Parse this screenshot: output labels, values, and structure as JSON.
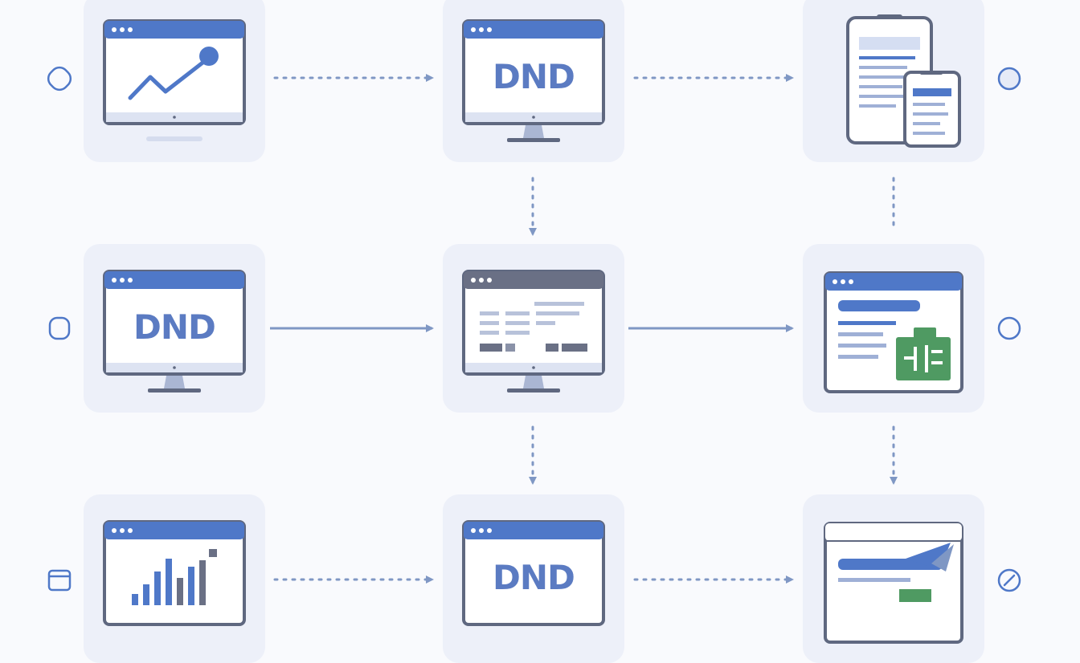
{
  "colors": {
    "background": "#f9fafd",
    "tile": "#edf0f9",
    "accent_blue": "#4f78c8",
    "frame_gray": "#5f6880",
    "connector": "#7f97c4",
    "logo_text": "#5b7bc2",
    "sheet_green": "#4f9a62"
  },
  "nodes": [
    {
      "id": "analytics-monitor",
      "icon": "line-chart-icon"
    },
    {
      "id": "dnd-monitor-top",
      "icon": "dnd-logo",
      "logo": "DND"
    },
    {
      "id": "tablet-phone",
      "icon": "responsive-devices-icon"
    },
    {
      "id": "dnd-monitor-middle",
      "icon": "dnd-logo",
      "logo": "DND"
    },
    {
      "id": "dashboard-monitor",
      "icon": "dashboard-icon"
    },
    {
      "id": "spreadsheet-window",
      "icon": "spreadsheet-icon"
    },
    {
      "id": "bar-chart-monitor",
      "icon": "bar-chart-icon"
    },
    {
      "id": "dnd-monitor-bottom",
      "icon": "dnd-logo",
      "logo": "DND"
    },
    {
      "id": "send-window",
      "icon": "send-icon"
    }
  ],
  "edges": [
    {
      "from": "analytics-monitor",
      "to": "dnd-monitor-top",
      "style": "dotted"
    },
    {
      "from": "dnd-monitor-top",
      "to": "tablet-phone",
      "style": "dotted"
    },
    {
      "from": "dnd-monitor-top",
      "to": "dashboard-monitor",
      "style": "dotted"
    },
    {
      "from": "tablet-phone",
      "to": "spreadsheet-window",
      "style": "dotted"
    },
    {
      "from": "dnd-monitor-middle",
      "to": "dashboard-monitor",
      "style": "solid"
    },
    {
      "from": "dashboard-monitor",
      "to": "spreadsheet-window",
      "style": "solid"
    },
    {
      "from": "dashboard-monitor",
      "to": "dnd-monitor-bottom",
      "style": "dotted"
    },
    {
      "from": "spreadsheet-window",
      "to": "send-window",
      "style": "dotted"
    },
    {
      "from": "bar-chart-monitor",
      "to": "dnd-monitor-bottom",
      "style": "dotted"
    },
    {
      "from": "dnd-monitor-bottom",
      "to": "send-window",
      "style": "dotted"
    }
  ],
  "side_icons": [
    {
      "position": "left-row-1",
      "icon": "rounded-square-icon"
    },
    {
      "position": "left-row-2",
      "icon": "rounded-square-icon"
    },
    {
      "position": "left-row-3",
      "icon": "window-icon"
    },
    {
      "position": "right-row-1",
      "icon": "circle-icon"
    },
    {
      "position": "right-row-2",
      "icon": "circle-icon"
    },
    {
      "position": "right-row-3",
      "icon": "slash-circle-icon"
    }
  ]
}
